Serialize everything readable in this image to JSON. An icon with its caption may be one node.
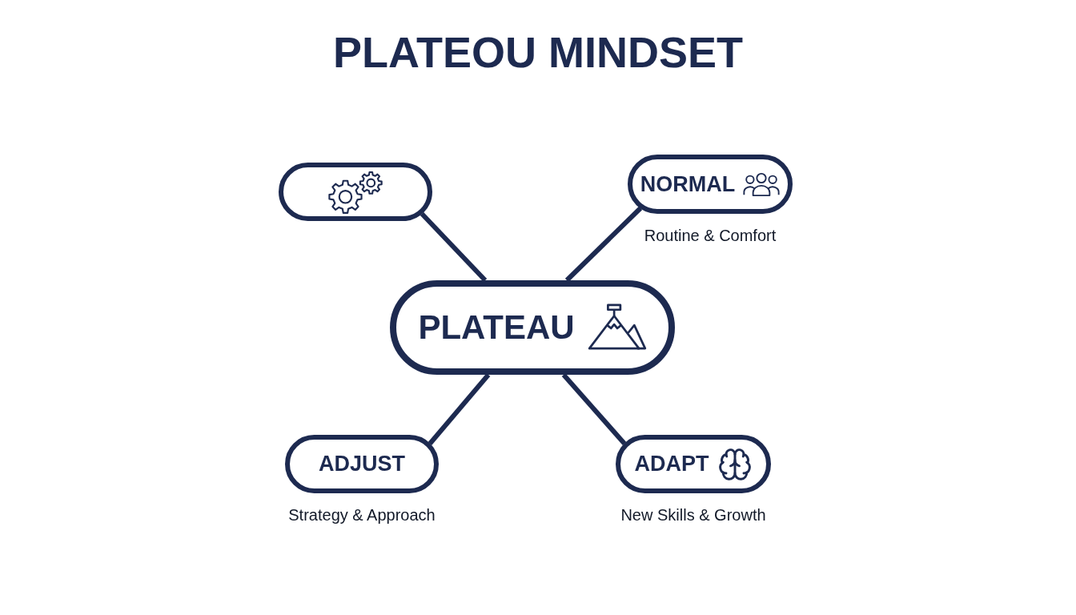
{
  "diagram": {
    "title": "PLATEOU MINDSET",
    "nodes": [
      {
        "text": [],
        "shape": "box"
      },
      {
        "text": [
          "NORMAL"
        ],
        "beside": [
          "Routine & Comfort"
        ]
      },
      {
        "text": [
          "PLATEAU"
        ]
      },
      {
        "text": [
          "ADJUST"
        ],
        "beside": [
          "Strategy & Approach"
        ]
      },
      {
        "text": [
          "ADAPT"
        ],
        "beside": [
          "New Skills & Growth"
        ]
      }
    ],
    "edges": [
      {
        "from": 2,
        "to": 0,
        "arrow": "none"
      },
      {
        "from": 2,
        "to": 1,
        "arrow": "none"
      },
      {
        "from": 2,
        "to": 3,
        "arrow": "none"
      },
      {
        "from": 2,
        "to": 4,
        "arrow": "none"
      }
    ]
  }
}
